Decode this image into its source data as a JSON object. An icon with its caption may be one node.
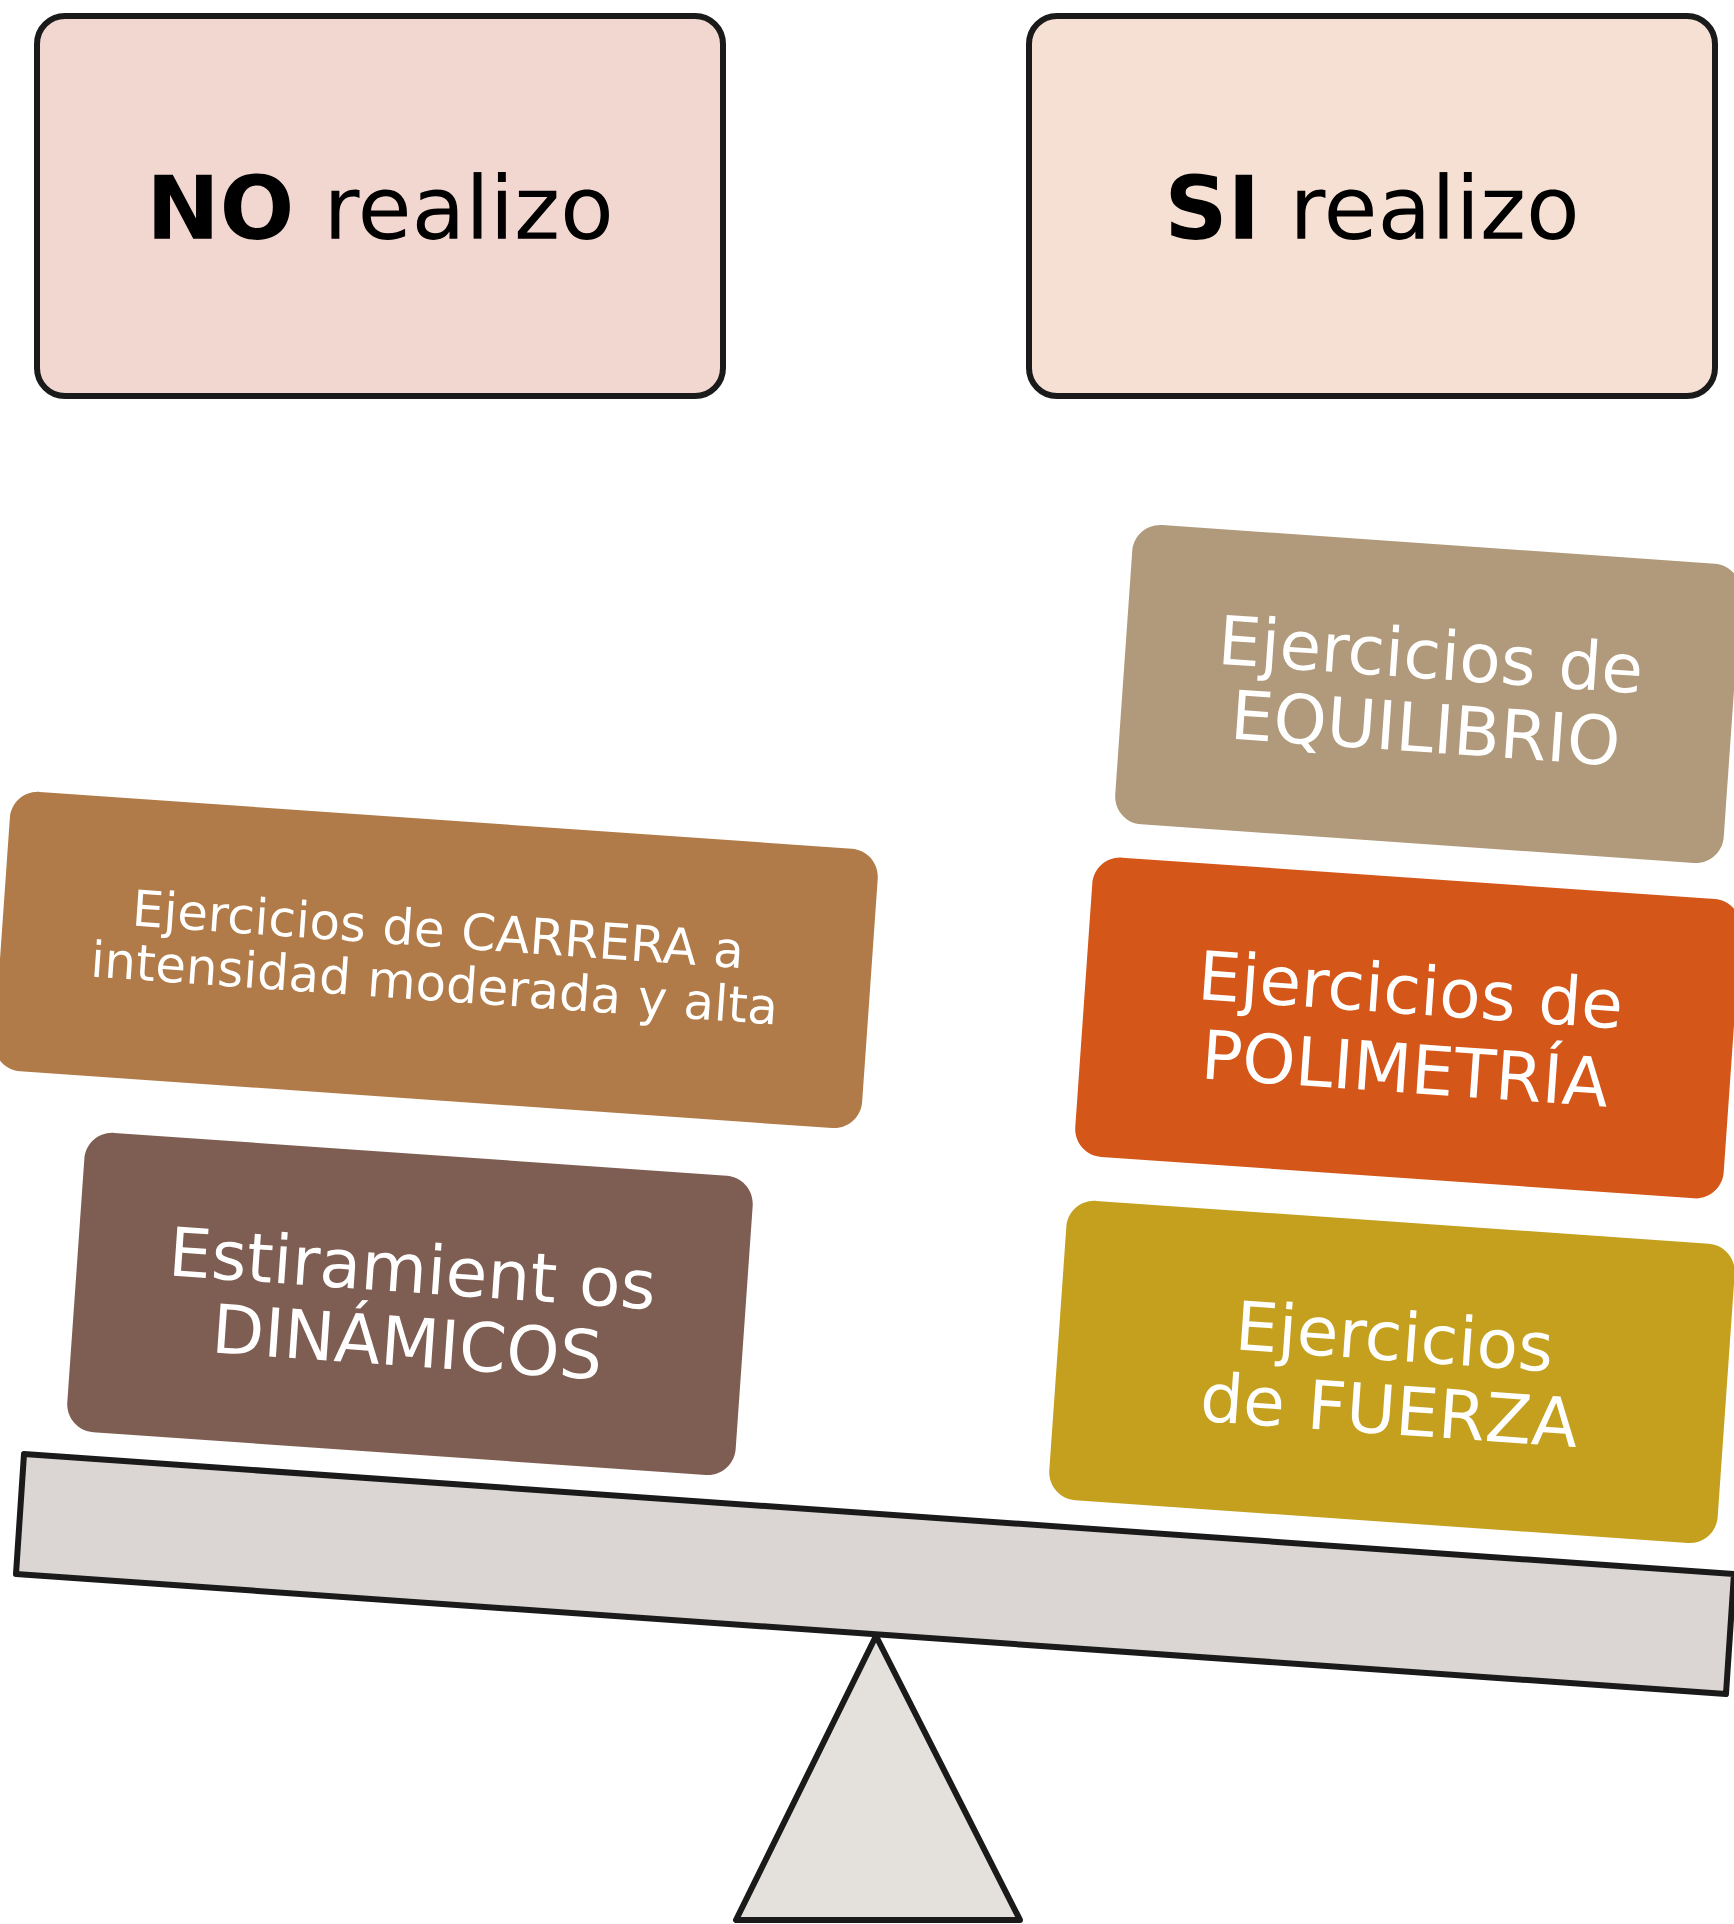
{
  "diagram": {
    "nodes": [
      {
        "text": [
          "**NO** realizo"
        ]
      },
      {
        "text": [
          "**SI** realizo"
        ]
      },
      {
        "text": [
          "Ejercicios de EQUILIBRIO"
        ]
      },
      {
        "text": [
          "Ejercicios de CARRERA a intensidad moderada y alta"
        ]
      },
      {
        "text": [
          "Ejercicios de POLIMETRÍA"
        ]
      },
      {
        "text": [
          "Estiramient os DINÁMICOS"
        ]
      },
      {
        "text": [
          "Ejercicios de FUERZA"
        ]
      }
    ]
  }
}
